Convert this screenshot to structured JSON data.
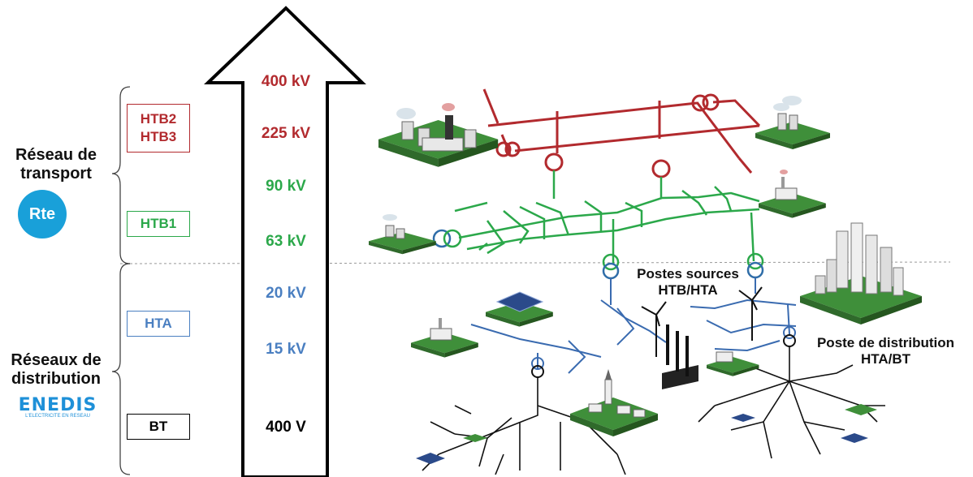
{
  "networks": {
    "transport": {
      "title": "Réseau de transport",
      "logo_text": "Rte"
    },
    "distribution": {
      "title": "Réseaux de distribution",
      "logo_text": "ENEDIS",
      "logo_tagline": "L'ELECTRICITE EN RESEAU"
    }
  },
  "levels": {
    "htb23": {
      "line1": "HTB2",
      "line2": "HTB3",
      "color": "#b22a2e"
    },
    "htb1": {
      "label": "HTB1",
      "color": "#2ba84a"
    },
    "hta": {
      "label": "HTA",
      "color": "#4a7fc1"
    },
    "bt": {
      "label": "BT",
      "color": "#000000"
    }
  },
  "voltages": [
    {
      "label": "400 kV",
      "color": "#b22a2e"
    },
    {
      "label": "225 kV",
      "color": "#b22a2e"
    },
    {
      "label": "90 kV",
      "color": "#2ba84a"
    },
    {
      "label": "63 kV",
      "color": "#2ba84a"
    },
    {
      "label": "20 kV",
      "color": "#4a7fc1"
    },
    {
      "label": "15 kV",
      "color": "#4a7fc1"
    },
    {
      "label": "400 V",
      "color": "#000000"
    }
  ],
  "captions": {
    "postes_sources": {
      "line1": "Postes sources",
      "line2": "HTB/HTA"
    },
    "poste_distribution": {
      "line1": "Poste de distribution",
      "line2": "HTA/BT"
    }
  }
}
